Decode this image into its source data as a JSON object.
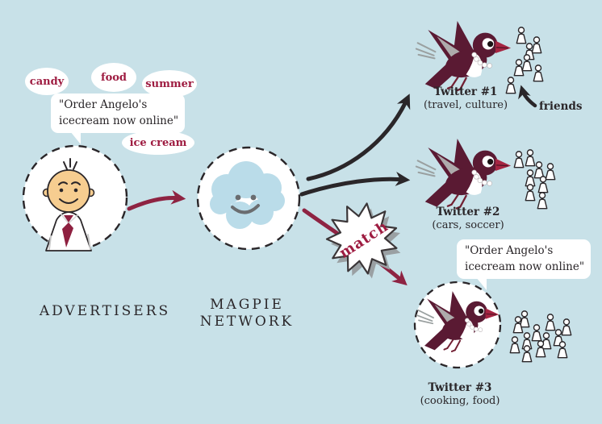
{
  "colors": {
    "background": "#c8e1e8",
    "ink_black": "#2a2629",
    "maroon_accent": "#9e1c41",
    "bird_body": "#5a1a33",
    "bird_beak": "#a62542",
    "wing_gray": "#aeabac",
    "cloud_blue": "#badce9",
    "cloud_face_gray": "#6a6d70",
    "skin_tan": "#f6cd90",
    "tie_maroon": "#8e2040"
  },
  "icons": {
    "advertiser": "businessman-icon",
    "network": "smiling-cloud-icon",
    "bird": "magpie-bird-icon",
    "crowd_member": "person-icon",
    "match": "match-starburst"
  },
  "advertiser": {
    "label": "ADVERTISERS",
    "tags": [
      "candy",
      "food",
      "summer",
      "ice cream"
    ],
    "speech": {
      "line1": "\"Order Angelo's",
      "line2": "icecream now online\""
    }
  },
  "network": {
    "label_line1": "MAGPIE",
    "label_line2": "NETWORK"
  },
  "match_label": "match",
  "friends_label": "friends",
  "accounts": [
    {
      "name": "Twitter #1",
      "topics": "(travel, culture)",
      "crowd_size": 7
    },
    {
      "name": "Twitter #2",
      "topics": "(cars, soccer)",
      "crowd_size": 8
    },
    {
      "name": "Twitter #3",
      "topics": "(cooking, food)",
      "crowd_size": 12,
      "speech": {
        "line1": "\"Order Angelo's",
        "line2": "icecream now online\""
      }
    }
  ]
}
